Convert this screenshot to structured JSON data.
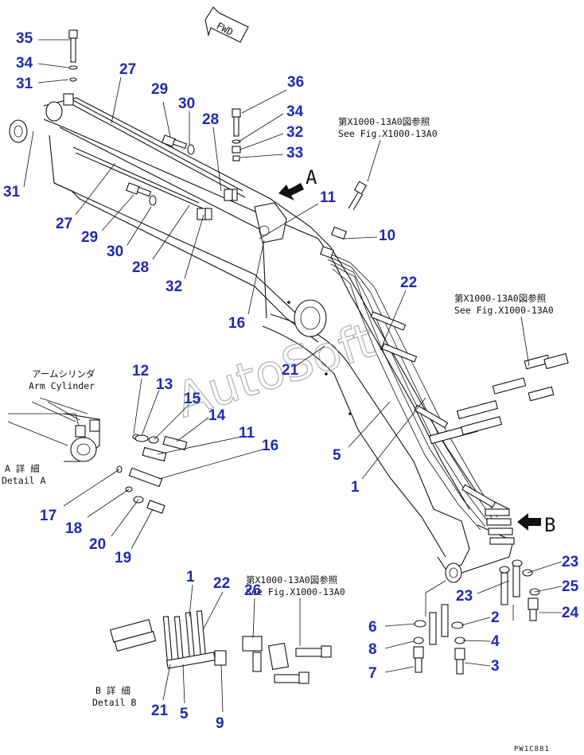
{
  "fwd_label": "FWD",
  "view_letters": {
    "a": "A",
    "b": "B"
  },
  "notes": {
    "ref1_jp": "第X1000-13A0図参照",
    "ref1_en": "See Fig.X1000-13A0",
    "ref2_jp": "第X1000-13A0図参照",
    "ref2_en": "See Fig.X1000-13A0",
    "ref3_jp": "第X1000-13A0図参照",
    "ref3_en": "See Fig.X1000-13A0",
    "arm_cyl_jp": "アームシリンダ",
    "arm_cyl_en": "Arm Cylinder",
    "detail_a_jp": "A 詳 細",
    "detail_a_en": "Detail A",
    "detail_b_jp": "B 詳 細",
    "detail_b_en": "Detail B"
  },
  "watermark": "AutoSoft",
  "drawing_code": "PW1C881",
  "callouts": [
    "35",
    "34",
    "31",
    "27",
    "29",
    "30",
    "28",
    "36",
    "34",
    "32",
    "33",
    "31",
    "27",
    "29",
    "30",
    "28",
    "32",
    "11",
    "10",
    "16",
    "22",
    "21",
    "12",
    "13",
    "15",
    "14",
    "11",
    "16",
    "5",
    "1",
    "17",
    "18",
    "20",
    "19",
    "1",
    "22",
    "26",
    "21",
    "5",
    "9",
    "23",
    "23",
    "25",
    "24",
    "2",
    "4",
    "3",
    "6",
    "8",
    "7"
  ],
  "accent_color": "#1e2ab8"
}
